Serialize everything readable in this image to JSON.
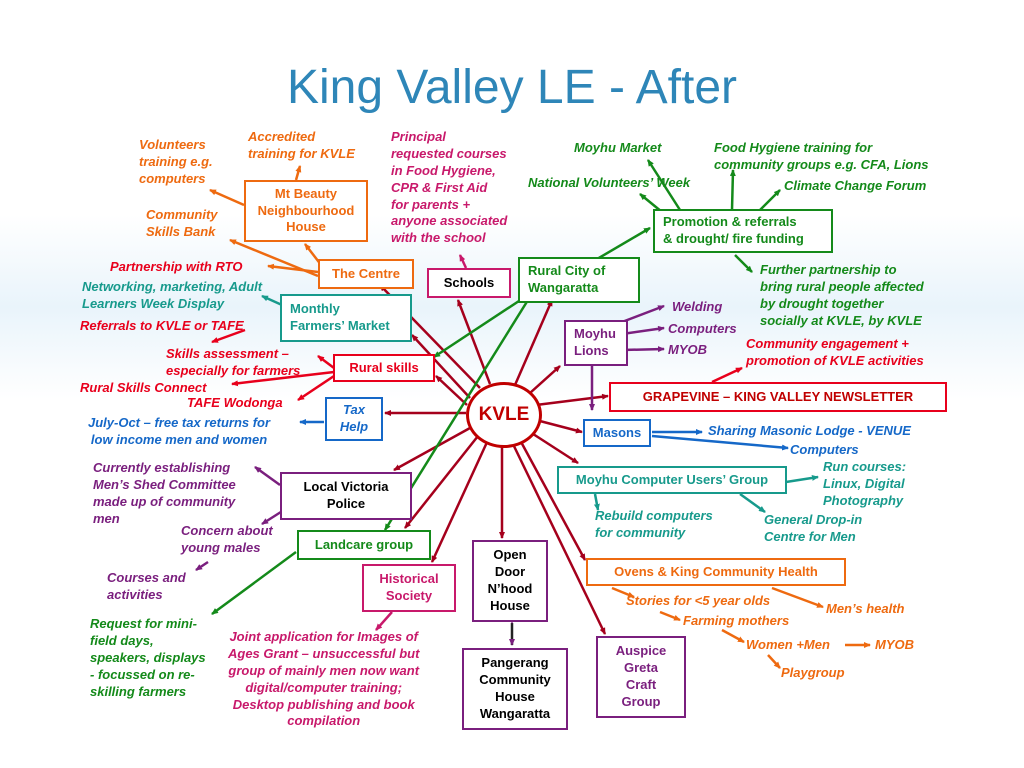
{
  "title": "King Valley LE - After",
  "center": "KVLE",
  "colors": {
    "red": "#e8001c",
    "dark_red": "#c00000",
    "green": "#148a1a",
    "orange": "#ee6a10",
    "teal": "#179a8c",
    "purple": "#7a1f7e",
    "magenta": "#c8196b",
    "blue": "#1568c8",
    "title": "#2e86b8"
  },
  "boxes": {
    "mt_beauty": "Mt Beauty\nNeighbourhood\nHouse",
    "the_centre": "The Centre",
    "schools": "Schools",
    "monthly_market": "Monthly\nFarmers’ Market",
    "rural_city": "Rural City of\nWangaratta",
    "promotion": "Promotion & referrals\n& drought/ fire funding",
    "moyhu_lions": "Moyhu\nLions",
    "rural_skills": "Rural skills",
    "grapevine": "GRAPEVINE – KING VALLEY NEWSLETTER",
    "tax_help": "Tax\nHelp",
    "masons": "Masons",
    "police": "Local Victoria\nPolice",
    "computer_users": "Moyhu Computer Users’ Group",
    "landcare": "Landcare group",
    "historical": "Historical\nSociety",
    "open_door": "Open\nDoor\nN’hood\nHouse",
    "ovens_king": "Ovens & King Community Health",
    "pangerang": "Pangerang\nCommunity\nHouse\nWangaratta",
    "auspice": "Auspice\nGreta\nCraft\nGroup"
  },
  "notes": {
    "volunteers": "Volunteers\ntraining e.g.\ncomputers",
    "accredited": "Accredited\ntraining for KVLE",
    "principal": "Principal\nrequested courses\nin Food Hygiene,\nCPR & First Aid\nfor parents +\nanyone associated\nwith the school",
    "moyhu_market": "Moyhu Market",
    "food_hygiene": "Food Hygiene training for\ncommunity groups e.g. CFA, Lions",
    "national_vol": "National Volunteers’ Week",
    "climate": "Climate Change Forum",
    "community_skills": "Community\nSkills Bank",
    "partnership_rto": "Partnership with RTO",
    "networking": "Networking, marketing, Adult\nLearners Week Display",
    "further_partnership": "Further partnership to\nbring rural people affected\nby drought together\nsocially at KVLE, by KVLE",
    "referrals": "Referrals to KVLE or TAFE",
    "welding": "Welding",
    "computers_lions": "Computers",
    "myob_lions": "MYOB",
    "skills_assessment": "Skills assessment –\nespecially for farmers",
    "community_engagement": "Community engagement +\npromotion of KVLE activities",
    "rural_skills_connect": "Rural Skills Connect",
    "tafe_wodonga": "TAFE Wodonga",
    "july_oct": "July-Oct – free tax returns for\nlow income men and women",
    "sharing_masonic": "Sharing Masonic Lodge - VENUE",
    "computers_masons": "Computers",
    "mens_shed": "Currently establishing\nMen’s Shed Committee\nmade up of community\nmen",
    "run_courses": "Run courses:\nLinux, Digital\nPhotography",
    "rebuild": "Rebuild computers\nfor community",
    "general_dropin": "General Drop-in\nCentre for Men",
    "concern": "Concern about\nyoung males",
    "courses_activities": "Courses and\nactivities",
    "request_minifield": "Request for mini-\nfield days,\nspeakers, displays\n- focussed on re-\nskilling farmers",
    "joint_application": "Joint application for Images of\nAges Grant – unsuccessful but\ngroup of mainly men now want\ndigital/computer training;\nDesktop publishing and book\ncompilation",
    "stories": "Stories for <5 year olds",
    "mens_health": "Men’s health",
    "farming_mothers": "Farming mothers",
    "women_men": "Women +Men",
    "myob_health": "MYOB",
    "playgroup": "Playgroup"
  }
}
